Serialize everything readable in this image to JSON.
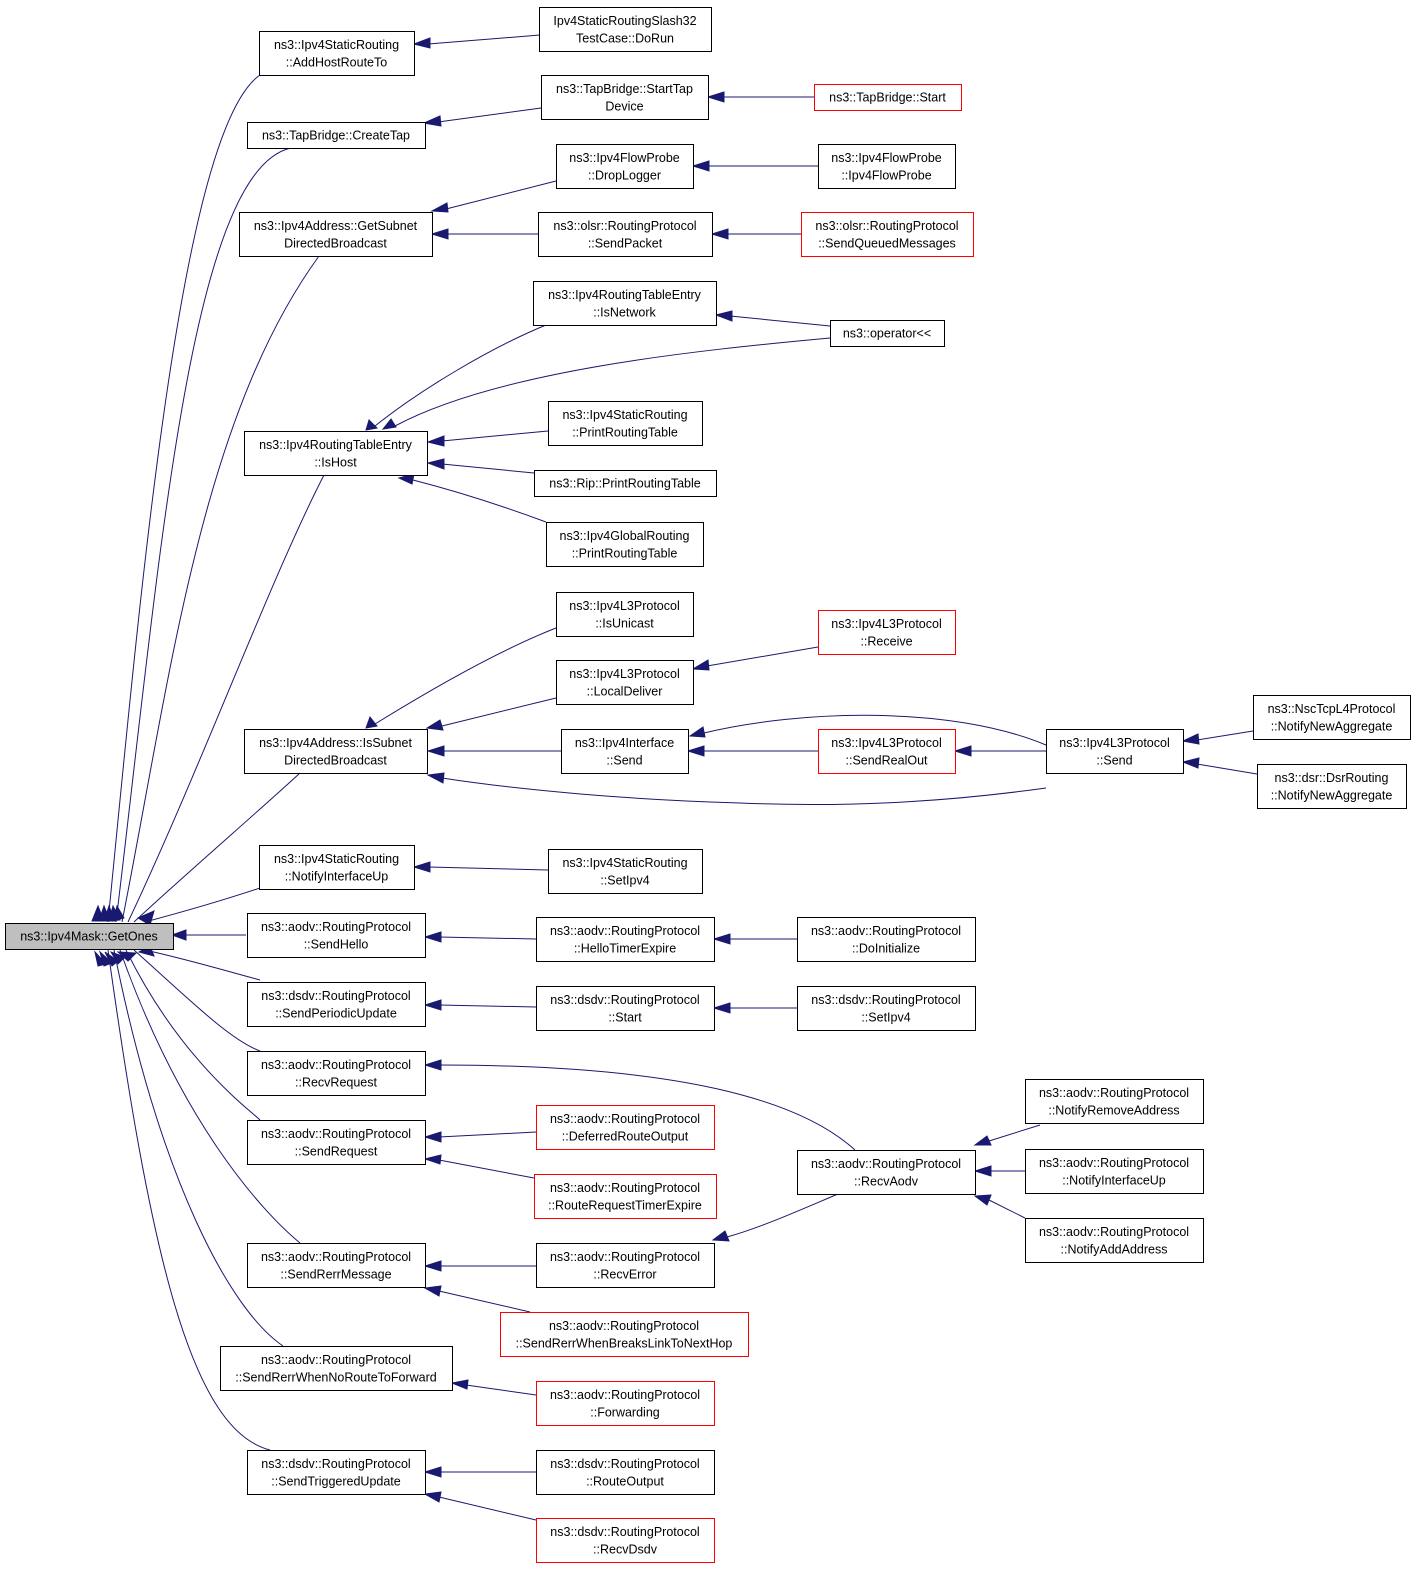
{
  "colors": {
    "edge": "#191970",
    "red_border": "#ff0000",
    "root_fill": "#bfbfbf"
  },
  "nodes": [
    {
      "id": "root",
      "lines": [
        "ns3::Ipv4Mask::GetOnes"
      ],
      "style": "root"
    },
    {
      "id": "n1",
      "lines": [
        "ns3::Ipv4StaticRouting",
        "::AddHostRouteTo"
      ],
      "style": "normal"
    },
    {
      "id": "n2",
      "lines": [
        "Ipv4StaticRoutingSlash32",
        "TestCase::DoRun"
      ],
      "style": "normal"
    },
    {
      "id": "n3",
      "lines": [
        "ns3::TapBridge::CreateTap"
      ],
      "style": "normal"
    },
    {
      "id": "n4",
      "lines": [
        "ns3::TapBridge::StartTap",
        "Device"
      ],
      "style": "normal"
    },
    {
      "id": "n5",
      "lines": [
        "ns3::TapBridge::Start"
      ],
      "style": "red"
    },
    {
      "id": "n6",
      "lines": [
        "ns3::Ipv4Address::GetSubnet",
        "DirectedBroadcast"
      ],
      "style": "normal"
    },
    {
      "id": "n7",
      "lines": [
        "ns3::Ipv4FlowProbe",
        "::DropLogger"
      ],
      "style": "normal"
    },
    {
      "id": "n8",
      "lines": [
        "ns3::Ipv4FlowProbe",
        "::Ipv4FlowProbe"
      ],
      "style": "normal"
    },
    {
      "id": "n9",
      "lines": [
        "ns3::olsr::RoutingProtocol",
        "::SendPacket"
      ],
      "style": "normal"
    },
    {
      "id": "n10",
      "lines": [
        "ns3::olsr::RoutingProtocol",
        "::SendQueuedMessages"
      ],
      "style": "red"
    },
    {
      "id": "n11",
      "lines": [
        "ns3::Ipv4RoutingTableEntry",
        "::IsNetwork"
      ],
      "style": "normal"
    },
    {
      "id": "n12",
      "lines": [
        "ns3::operator<<"
      ],
      "style": "normal"
    },
    {
      "id": "n13",
      "lines": [
        "ns3::Ipv4RoutingTableEntry",
        "::IsHost"
      ],
      "style": "normal"
    },
    {
      "id": "n14",
      "lines": [
        "ns3::Ipv4StaticRouting",
        "::PrintRoutingTable"
      ],
      "style": "normal"
    },
    {
      "id": "n15",
      "lines": [
        "ns3::Rip::PrintRoutingTable"
      ],
      "style": "normal"
    },
    {
      "id": "n16",
      "lines": [
        "ns3::Ipv4GlobalRouting",
        "::PrintRoutingTable"
      ],
      "style": "normal"
    },
    {
      "id": "n17",
      "lines": [
        "ns3::Ipv4L3Protocol",
        "::IsUnicast"
      ],
      "style": "normal"
    },
    {
      "id": "n18",
      "lines": [
        "ns3::Ipv4L3Protocol",
        "::Receive"
      ],
      "style": "red"
    },
    {
      "id": "n19",
      "lines": [
        "ns3::Ipv4L3Protocol",
        "::LocalDeliver"
      ],
      "style": "normal"
    },
    {
      "id": "n20",
      "lines": [
        "ns3::Ipv4Address::IsSubnet",
        "DirectedBroadcast"
      ],
      "style": "normal"
    },
    {
      "id": "n21",
      "lines": [
        "ns3::Ipv4Interface",
        "::Send"
      ],
      "style": "normal"
    },
    {
      "id": "n22",
      "lines": [
        "ns3::Ipv4L3Protocol",
        "::SendRealOut"
      ],
      "style": "red"
    },
    {
      "id": "n23",
      "lines": [
        "ns3::Ipv4L3Protocol",
        "::Send"
      ],
      "style": "normal"
    },
    {
      "id": "n24",
      "lines": [
        "ns3::NscTcpL4Protocol",
        "::NotifyNewAggregate"
      ],
      "style": "normal"
    },
    {
      "id": "n25",
      "lines": [
        "ns3::dsr::DsrRouting",
        "::NotifyNewAggregate"
      ],
      "style": "normal"
    },
    {
      "id": "n26",
      "lines": [
        "ns3::Ipv4StaticRouting",
        "::NotifyInterfaceUp"
      ],
      "style": "normal"
    },
    {
      "id": "n27",
      "lines": [
        "ns3::Ipv4StaticRouting",
        "::SetIpv4"
      ],
      "style": "normal"
    },
    {
      "id": "n28",
      "lines": [
        "ns3::aodv::RoutingProtocol",
        "::SendHello"
      ],
      "style": "normal"
    },
    {
      "id": "n29",
      "lines": [
        "ns3::aodv::RoutingProtocol",
        "::HelloTimerExpire"
      ],
      "style": "normal"
    },
    {
      "id": "n30",
      "lines": [
        "ns3::aodv::RoutingProtocol",
        "::DoInitialize"
      ],
      "style": "normal"
    },
    {
      "id": "n31",
      "lines": [
        "ns3::dsdv::RoutingProtocol",
        "::SendPeriodicUpdate"
      ],
      "style": "normal"
    },
    {
      "id": "n32",
      "lines": [
        "ns3::dsdv::RoutingProtocol",
        "::Start"
      ],
      "style": "normal"
    },
    {
      "id": "n33",
      "lines": [
        "ns3::dsdv::RoutingProtocol",
        "::SetIpv4"
      ],
      "style": "normal"
    },
    {
      "id": "n34",
      "lines": [
        "ns3::aodv::RoutingProtocol",
        "::RecvRequest"
      ],
      "style": "normal"
    },
    {
      "id": "n35",
      "lines": [
        "ns3::aodv::RoutingProtocol",
        "::NotifyRemoveAddress"
      ],
      "style": "normal"
    },
    {
      "id": "n36",
      "lines": [
        "ns3::aodv::RoutingProtocol",
        "::SendRequest"
      ],
      "style": "normal"
    },
    {
      "id": "n37",
      "lines": [
        "ns3::aodv::RoutingProtocol",
        "::DeferredRouteOutput"
      ],
      "style": "red"
    },
    {
      "id": "n38",
      "lines": [
        "ns3::aodv::RoutingProtocol",
        "::RecvAodv"
      ],
      "style": "normal"
    },
    {
      "id": "n39",
      "lines": [
        "ns3::aodv::RoutingProtocol",
        "::NotifyInterfaceUp"
      ],
      "style": "normal"
    },
    {
      "id": "n40",
      "lines": [
        "ns3::aodv::RoutingProtocol",
        "::RouteRequestTimerExpire"
      ],
      "style": "red"
    },
    {
      "id": "n41",
      "lines": [
        "ns3::aodv::RoutingProtocol",
        "::NotifyAddAddress"
      ],
      "style": "normal"
    },
    {
      "id": "n42",
      "lines": [
        "ns3::aodv::RoutingProtocol",
        "::SendRerrMessage"
      ],
      "style": "normal"
    },
    {
      "id": "n43",
      "lines": [
        "ns3::aodv::RoutingProtocol",
        "::RecvError"
      ],
      "style": "normal"
    },
    {
      "id": "n44",
      "lines": [
        "ns3::aodv::RoutingProtocol",
        "::SendRerrWhenBreaksLinkToNextHop"
      ],
      "style": "red"
    },
    {
      "id": "n45",
      "lines": [
        "ns3::aodv::RoutingProtocol",
        "::SendRerrWhenNoRouteToForward"
      ],
      "style": "normal"
    },
    {
      "id": "n46",
      "lines": [
        "ns3::aodv::RoutingProtocol",
        "::Forwarding"
      ],
      "style": "red"
    },
    {
      "id": "n47",
      "lines": [
        "ns3::dsdv::RoutingProtocol",
        "::SendTriggeredUpdate"
      ],
      "style": "normal"
    },
    {
      "id": "n48",
      "lines": [
        "ns3::dsdv::RoutingProtocol",
        "::RouteOutput"
      ],
      "style": "normal"
    },
    {
      "id": "n49",
      "lines": [
        "ns3::dsdv::RoutingProtocol",
        "::RecvDsdv"
      ],
      "style": "red"
    }
  ]
}
